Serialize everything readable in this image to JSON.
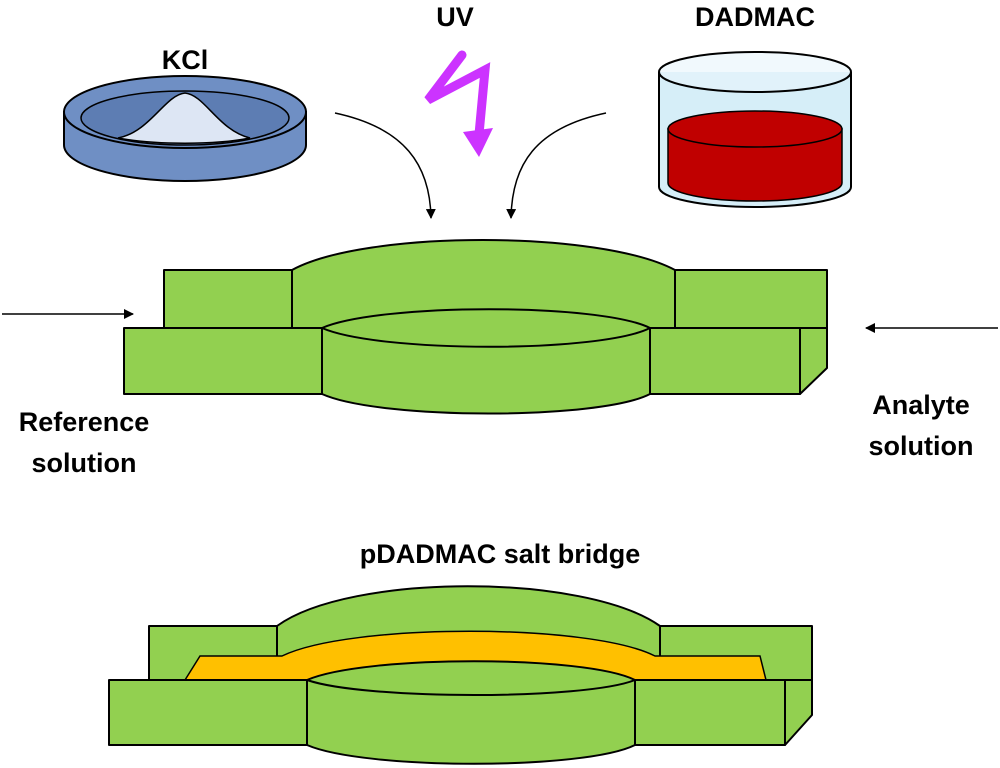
{
  "labels": {
    "kcl": "KCl",
    "uv": "UV",
    "dadmac": "DADMAC",
    "reference_line1": "Reference",
    "reference_line2": "solution",
    "analyte_line1": "Analyte",
    "analyte_line2": "solution",
    "salt_bridge": "pDADMAC salt bridge"
  },
  "colors": {
    "device_green": "#92d050",
    "dish_blue": "#6f8fc4",
    "kcl_powder": "#dde6f4",
    "dadmac_red": "#c00000",
    "beaker_liquid": "#d6eef8",
    "uv_bolt": "#cc33ff",
    "salt_bridge_orange": "#ffc000"
  },
  "icons": {
    "kcl_dish": "petri-dish-icon",
    "uv_bolt": "lightning-bolt-icon",
    "dadmac_beaker": "beaker-icon"
  }
}
